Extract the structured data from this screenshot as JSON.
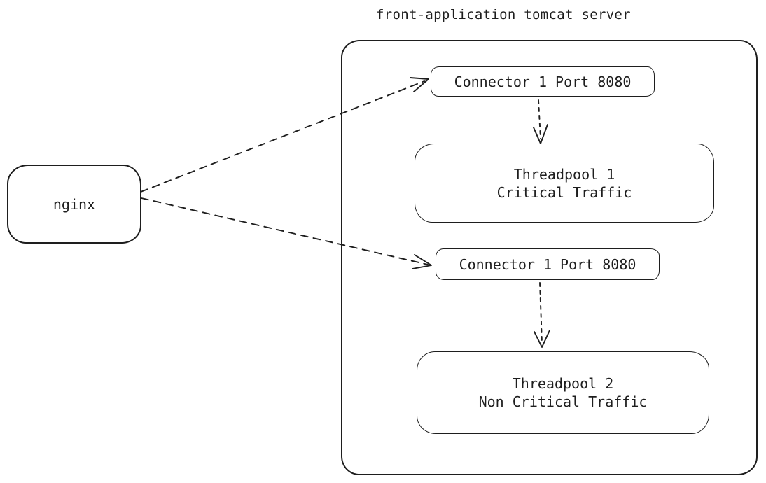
{
  "title": "front-application tomcat server",
  "colors": {
    "stroke": "#1e1e1e",
    "background": "#ffffff"
  },
  "nodes": {
    "nginx": {
      "label": "nginx"
    },
    "connector_top": {
      "label": "Connector 1 Port 8080"
    },
    "threadpool_1": {
      "title": "Threadpool 1",
      "subtitle": "Critical Traffic"
    },
    "connector_bottom": {
      "label": "Connector 1 Port 8080"
    },
    "threadpool_2": {
      "title": "Threadpool 2",
      "subtitle": "Non Critical Traffic"
    }
  },
  "edges": [
    {
      "from": "nginx",
      "to": "connector_top",
      "style": "dashed-arrow"
    },
    {
      "from": "nginx",
      "to": "connector_bottom",
      "style": "dashed-arrow"
    },
    {
      "from": "connector_top",
      "to": "threadpool_1",
      "style": "dashed-arrow"
    },
    {
      "from": "connector_bottom",
      "to": "threadpool_2",
      "style": "dashed-arrow"
    }
  ]
}
